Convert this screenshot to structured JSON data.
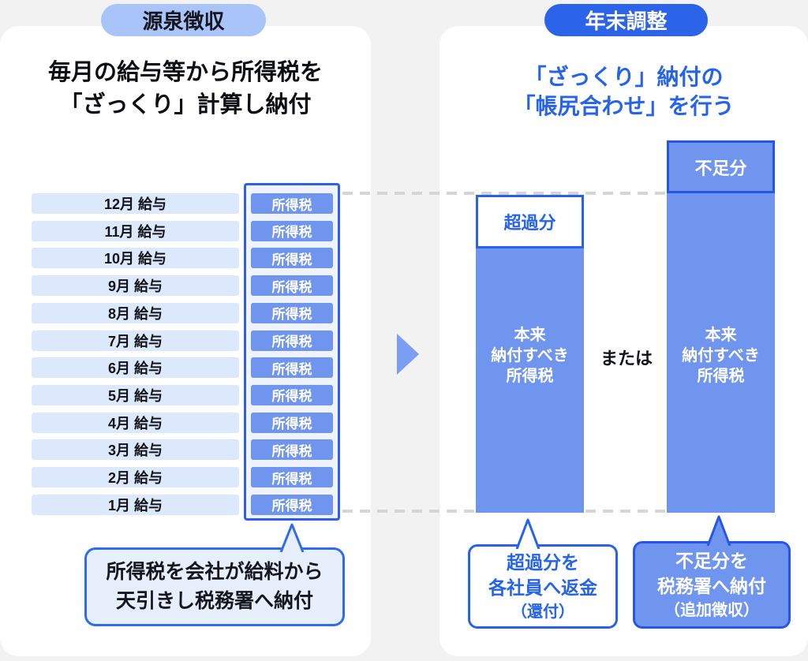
{
  "colors": {
    "accent_blue": "#2563eb",
    "vivid_badge_blue": "#2b63e9",
    "bar_blue": "#7095ee",
    "light_row_blue": "#dce8fb",
    "light_badge_blue": "#a9c4f8",
    "callout_light_blue": "#e7eefc",
    "dash_gray": "#d5d5d5",
    "page_gray": "#f2f2f3"
  },
  "left_panel": {
    "badge": "源泉徴収",
    "title": "毎月の給与等から所得税を\n「ざっくり」計算し納付",
    "months": [
      "12月 給与",
      "11月 給与",
      "10月 給与",
      "9月 給与",
      "8月 給与",
      "7月 給与",
      "6月 給与",
      "5月 給与",
      "4月 給与",
      "3月 給与",
      "2月 給与",
      "1月 給与"
    ],
    "tax_box_label": "所得税",
    "callout": "所得税を会社が給料から\n天引きし税務署へ納付"
  },
  "right_panel": {
    "badge": "年末調整",
    "title": "「ざっくり」納付の\n「帳尻合わせ」を行う",
    "overpaid_label": "超過分",
    "shortfall_label": "不足分",
    "bar_label": "本来\n納付すべき\n所得税",
    "or_label": "または",
    "refund_callout": [
      "超過分を",
      "各社員へ返金",
      "（還付）"
    ],
    "additional_payment_callout": [
      "不足分を",
      "税務署へ納付",
      "（追加徴収）"
    ]
  }
}
